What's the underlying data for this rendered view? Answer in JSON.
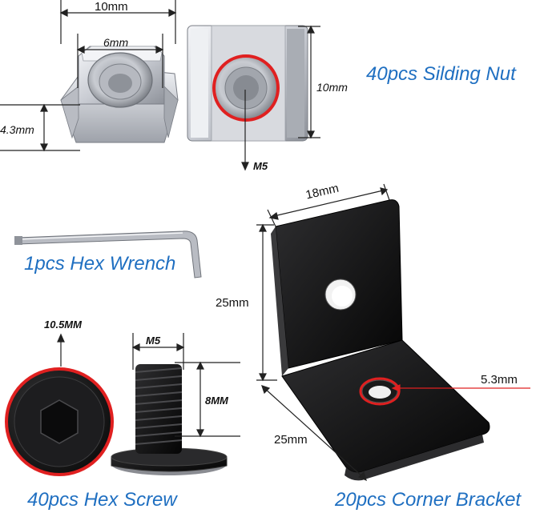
{
  "products": {
    "nut": {
      "caption": "40pcs Silding Nut",
      "dim_top": "10mm",
      "dim_inner": "6mm",
      "dim_side": "4.3mm",
      "dim_height": "10mm",
      "thread": "M5"
    },
    "wrench": {
      "caption": "1pcs Hex Wrench"
    },
    "screw": {
      "caption": "40pcs Hex Screw",
      "head_dia": "10.5MM",
      "thread": "M5",
      "length": "8MM"
    },
    "bracket": {
      "caption": "20pcs Corner Bracket",
      "width": "18mm",
      "height": "25mm",
      "depth": "25mm",
      "hole": "5.3mm"
    }
  },
  "colors": {
    "caption": "#1f6fc1",
    "highlight": "#e02020",
    "metal_light": "#e9eaee",
    "metal_dark": "#8a8d94",
    "black_part": "#121212"
  }
}
